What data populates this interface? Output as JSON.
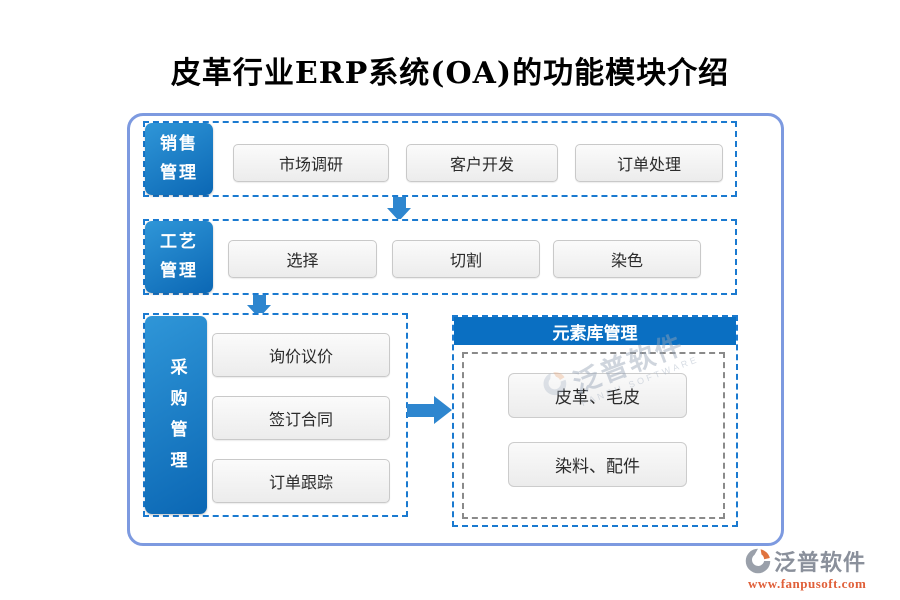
{
  "title": "皮革行业ERP系统(OA)的功能模块介绍",
  "diagram": {
    "rows": [
      {
        "label": "销售管理",
        "items": [
          "市场调研",
          "客户开发",
          "订单处理"
        ]
      },
      {
        "label": "工艺管理",
        "items": [
          "选择",
          "切割",
          "染色"
        ]
      },
      {
        "label": "采购管理",
        "items": [
          "询价议价",
          "签订合同",
          "订单跟踪"
        ]
      }
    ],
    "element_library": {
      "header": "元素库管理",
      "items": [
        "皮革、毛皮",
        "染料、配件"
      ]
    }
  },
  "watermark": {
    "brand": "泛普软件",
    "latin": "FANPU SOFTWARE"
  },
  "footer": {
    "brand": "泛普软件",
    "url": "www.fanpusoft.com"
  },
  "colors": {
    "primary_blue": "#0b67b4",
    "dashed_blue": "#1a7ad0",
    "arrow_blue": "#2e86cf",
    "frame_blue": "#7d9ae0",
    "header_blue": "#0a6fc2",
    "item_bg": "#f0f0f0",
    "item_border": "#c9c9c9",
    "footer_gray": "#8a909b",
    "footer_orange": "#e0603a"
  }
}
